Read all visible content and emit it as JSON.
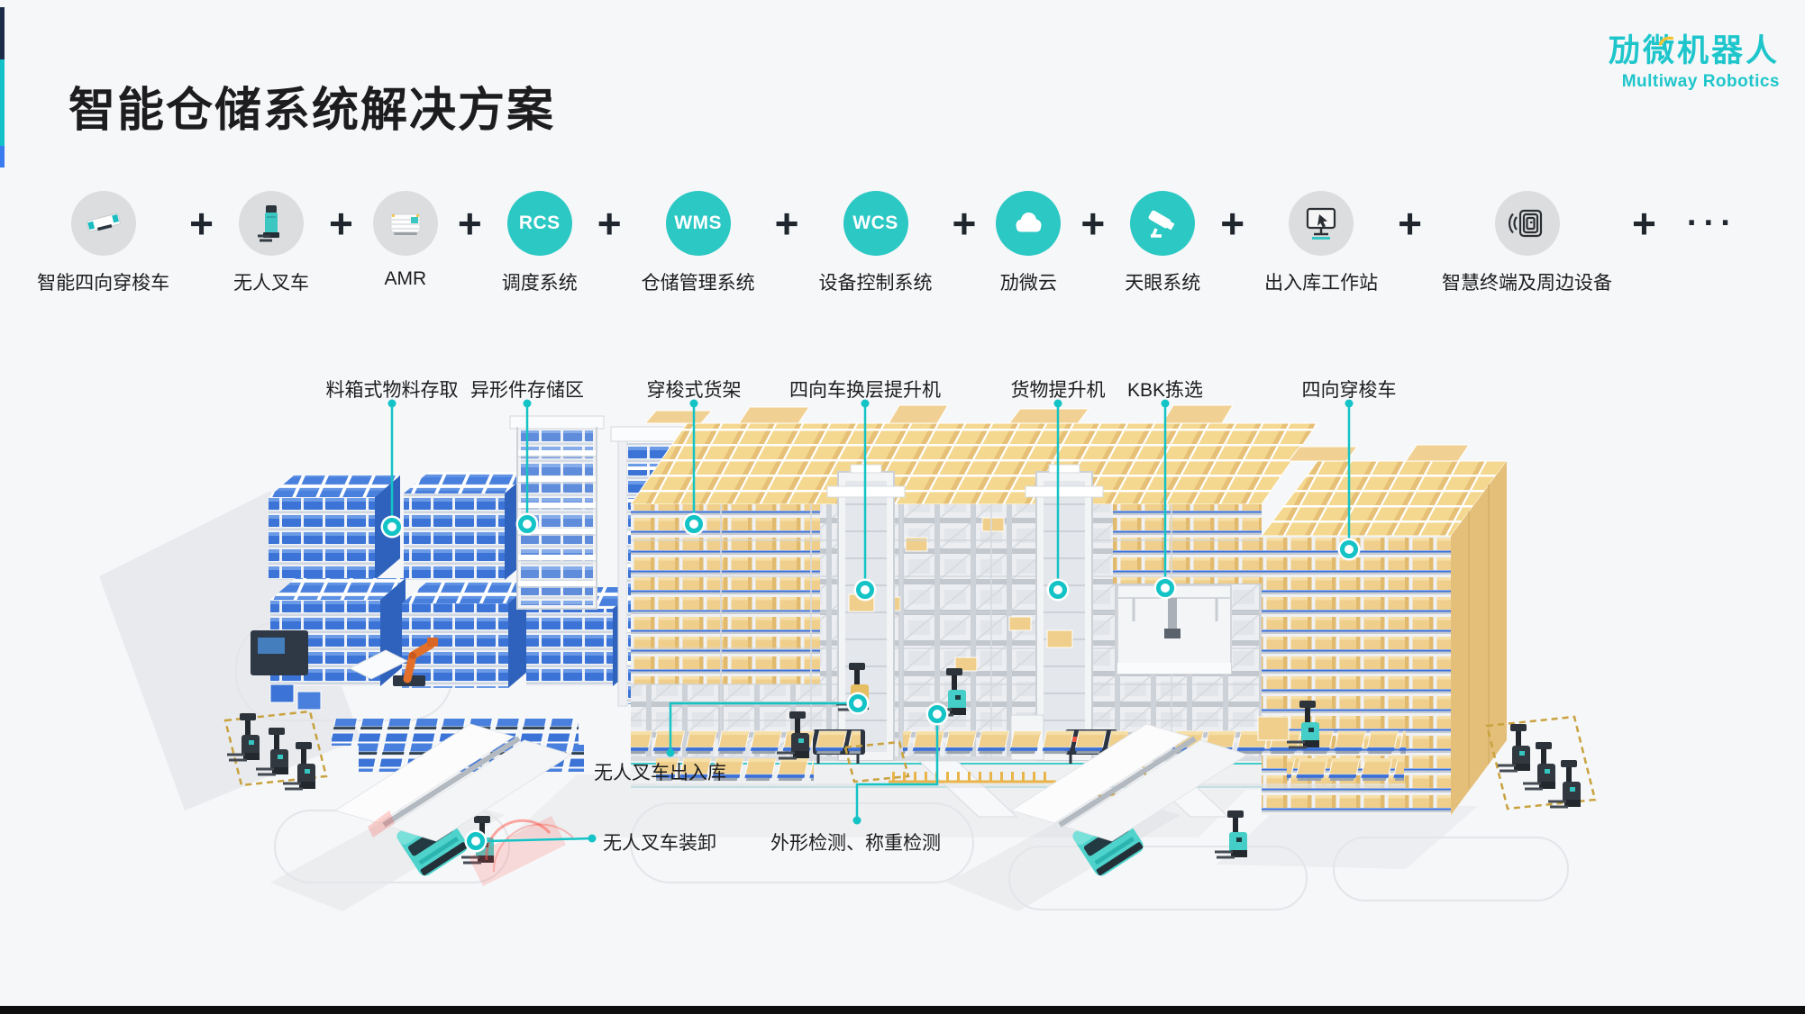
{
  "slide": {
    "title": "智能仓储系统解决方案"
  },
  "logo": {
    "name_cn": "劢微机器人",
    "name_en": "Multiway Robotics"
  },
  "component_row": {
    "plus": "+",
    "ellipsis": "···",
    "items": [
      {
        "label": "智能四向穿梭车",
        "icon": "four-way-shuttle-icon",
        "style": "photo"
      },
      {
        "label": "无人叉车",
        "icon": "agv-forklift-icon",
        "style": "photo"
      },
      {
        "label": "AMR",
        "icon": "amr-robot-icon",
        "style": "photo"
      },
      {
        "label": "调度系统",
        "badge": "RCS",
        "style": "badge"
      },
      {
        "label": "仓储管理系统",
        "badge": "WMS",
        "style": "badge"
      },
      {
        "label": "设备控制系统",
        "badge": "WCS",
        "style": "badge"
      },
      {
        "label": "劢微云",
        "icon": "cloud-icon",
        "style": "glyph"
      },
      {
        "label": "天眼系统",
        "icon": "cctv-camera-icon",
        "style": "glyph"
      },
      {
        "label": "出入库工作站",
        "icon": "workstation-monitor-icon",
        "style": "photo"
      },
      {
        "label": "智慧终端及周边设备",
        "icon": "rfid-terminal-icon",
        "style": "photo"
      }
    ]
  },
  "callouts": {
    "top": [
      {
        "label": "料箱式物料存取"
      },
      {
        "label": "异形件存储区"
      },
      {
        "label": "穿梭式货架"
      },
      {
        "label": "四向车换层提升机"
      },
      {
        "label": "货物提升机"
      },
      {
        "label": "KBK拣选"
      },
      {
        "label": "四向穿梭车"
      }
    ],
    "bottom": [
      {
        "label": "无人叉车出入库"
      },
      {
        "label": "无人叉车装卸"
      },
      {
        "label": "外形检测、称重检测"
      }
    ]
  },
  "colors": {
    "accent_teal": "#14c3c6",
    "logo_teal": "#1ec6cb",
    "logo_accent_yellow": "#f5c431",
    "box_yellow": "#efcf8b",
    "bin_blue": "#3b74d6",
    "truck_teal": "#4ed2cc",
    "title_dark": "#1d1d1f"
  }
}
